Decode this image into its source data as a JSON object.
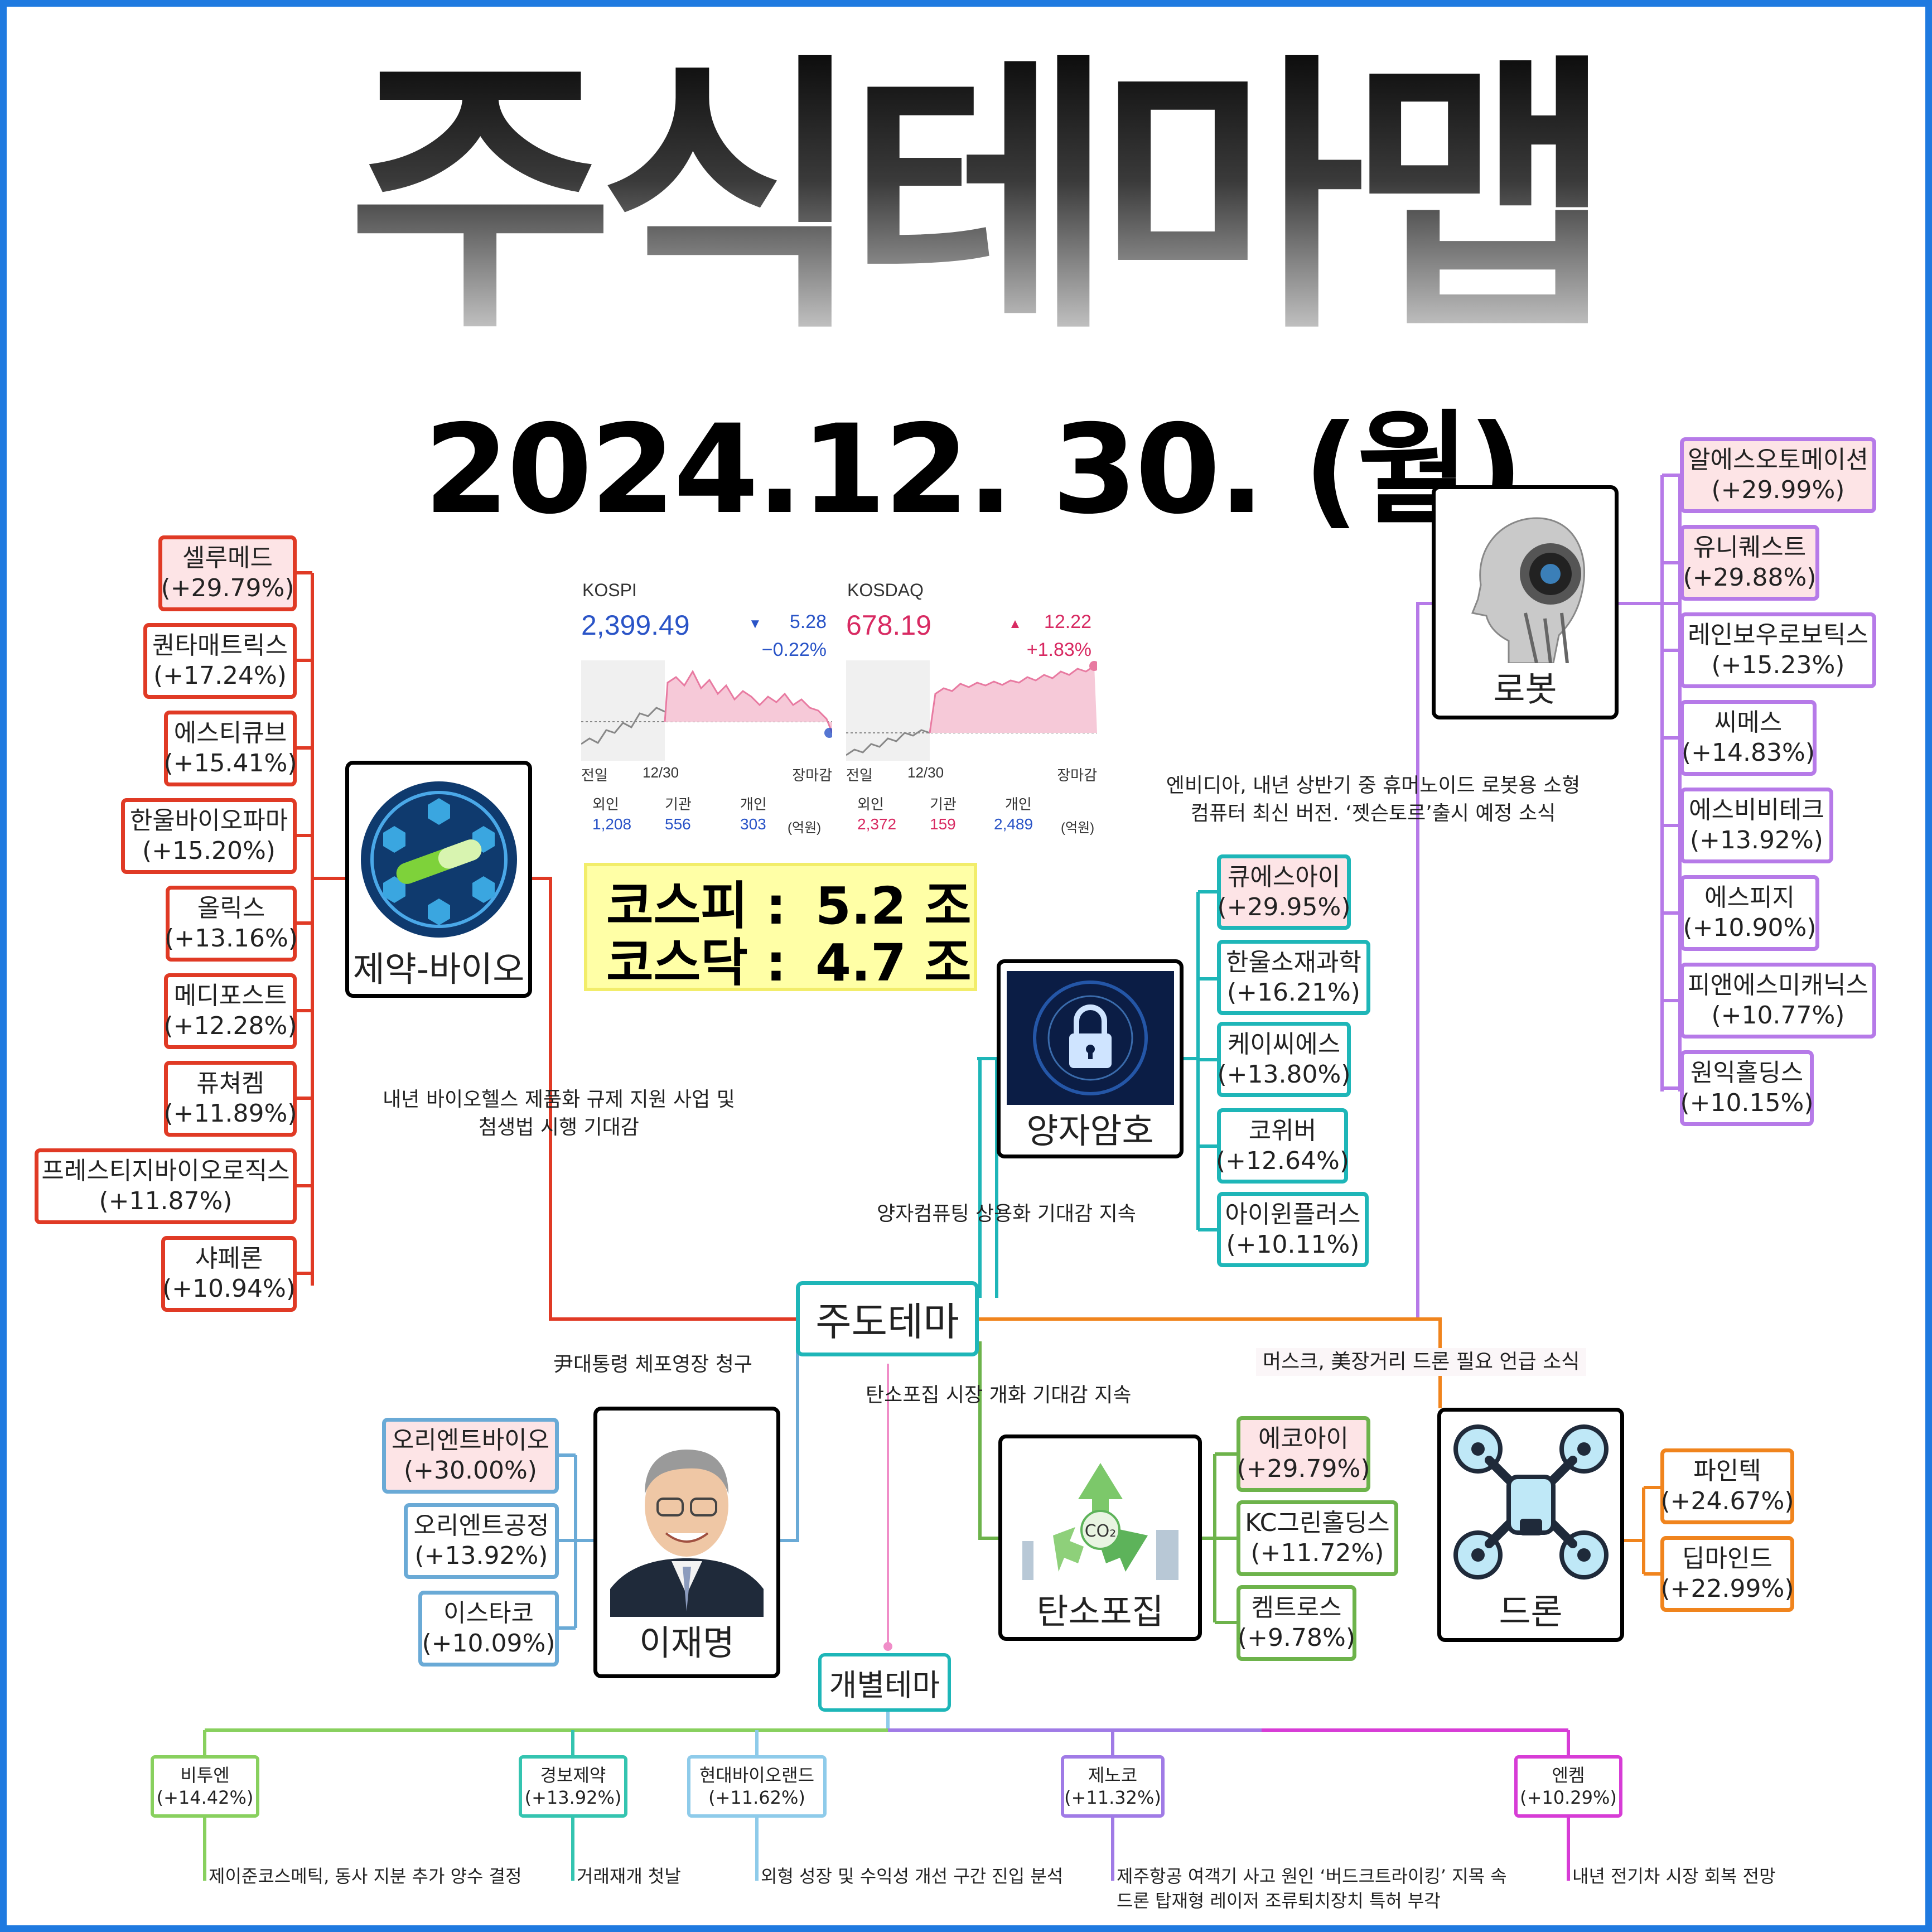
{
  "title": "주식테마맵",
  "date": "2024.12. 30. (월)",
  "market": {
    "kospi": {
      "name": "KOSPI",
      "value": "2,399.49",
      "change": "5.28",
      "change_pct": "−0.22%",
      "axis": [
        "전일",
        "12/30",
        "장마감"
      ],
      "investors": [
        "외인",
        "기관",
        "개인"
      ],
      "amounts": [
        "1,208",
        "556",
        "303"
      ],
      "unit": "(억원)"
    },
    "kosdaq": {
      "name": "KOSDAQ",
      "value": "678.19",
      "change": "12.22",
      "change_pct": "+1.83%",
      "axis": [
        "전일",
        "12/30",
        "장마감"
      ],
      "investors": [
        "외인",
        "기관",
        "개인"
      ],
      "amounts": [
        "2,372",
        "159",
        "2,489"
      ],
      "unit": "(억원)"
    }
  },
  "volume": {
    "kospi_label": "코스피 :",
    "kospi_value": "5.2 조",
    "kosdaq_label": "코스닥 :",
    "kosdaq_value": "4.7 조"
  },
  "center": {
    "main": "주도테마",
    "individual": "개별테마"
  },
  "themes": {
    "bio": {
      "label": "제약-바이오",
      "note": [
        "내년 바이오헬스 제품화 규제 지원 사업 및",
        "첨생법 시행 기대감"
      ],
      "stocks": [
        {
          "name": "셀루메드",
          "pct": "(+29.79%)"
        },
        {
          "name": "퀀타매트릭스",
          "pct": "(+17.24%)"
        },
        {
          "name": "에스티큐브",
          "pct": "(+15.41%)"
        },
        {
          "name": "한울바이오파마",
          "pct": "(+15.20%)"
        },
        {
          "name": "올릭스",
          "pct": "(+13.16%)"
        },
        {
          "name": "메디포스트",
          "pct": "(+12.28%)"
        },
        {
          "name": "퓨쳐켐",
          "pct": "(+11.89%)"
        },
        {
          "name": "프레스티지바이오로직스",
          "pct": "(+11.87%)"
        },
        {
          "name": "샤페론",
          "pct": "(+10.94%)"
        }
      ]
    },
    "robot": {
      "label": "로봇",
      "note": [
        "엔비디아, 내년 상반기 중 휴머노이드 로봇용 소형",
        "컴퓨터 최신 버전. ‘젯슨토르’출시 예정 소식"
      ],
      "stocks": [
        {
          "name": "알에스오토메이션",
          "pct": "(+29.99%)"
        },
        {
          "name": "유니퀘스트",
          "pct": "(+29.88%)"
        },
        {
          "name": "레인보우로보틱스",
          "pct": "(+15.23%)"
        },
        {
          "name": "씨메스",
          "pct": "(+14.83%)"
        },
        {
          "name": "에스비비테크",
          "pct": "(+13.92%)"
        },
        {
          "name": "에스피지",
          "pct": "(+10.90%)"
        },
        {
          "name": "피앤에스미캐닉스",
          "pct": "(+10.77%)"
        },
        {
          "name": "원익홀딩스",
          "pct": "(+10.15%)"
        }
      ]
    },
    "quantum": {
      "label": "양자암호",
      "note": "양자컴퓨팅 상용화 기대감 지속",
      "stocks": [
        {
          "name": "큐에스아이",
          "pct": "(+29.95%)"
        },
        {
          "name": "한울소재과학",
          "pct": "(+16.21%)"
        },
        {
          "name": "케이씨에스",
          "pct": "(+13.80%)"
        },
        {
          "name": "코위버",
          "pct": "(+12.64%)"
        },
        {
          "name": "아이윈플러스",
          "pct": "(+10.11%)"
        }
      ]
    },
    "carbon": {
      "label": "탄소포집",
      "note": "탄소포집 시장 개화 기대감 지속",
      "icon_text": "CO₂",
      "stocks": [
        {
          "name": "에코아이",
          "pct": "(+29.79%)"
        },
        {
          "name": "KC그린홀딩스",
          "pct": "(+11.72%)"
        },
        {
          "name": "켐트로스",
          "pct": "(+9.78%)"
        }
      ]
    },
    "lee": {
      "label": "이재명",
      "note": "尹대통령 체포영장 청구",
      "stocks": [
        {
          "name": "오리엔트바이오",
          "pct": "(+30.00%)"
        },
        {
          "name": "오리엔트공정",
          "pct": "(+13.92%)"
        },
        {
          "name": "이스타코",
          "pct": "(+10.09%)"
        }
      ]
    },
    "drone": {
      "label": "드론",
      "note": "머스크, 美장거리 드론 필요 언급 소식",
      "stocks": [
        {
          "name": "파인텍",
          "pct": "(+24.67%)"
        },
        {
          "name": "딥마인드",
          "pct": "(+22.99%)"
        }
      ]
    }
  },
  "individual": [
    {
      "name": "비투엔",
      "pct": "(+14.42%)",
      "note": [
        "제이준코스메틱, 동사 지분 추가 양수 결정"
      ],
      "color": "#88d05e"
    },
    {
      "name": "경보제약",
      "pct": "(+13.92%)",
      "note": [
        "거래재개 첫날"
      ],
      "color": "#34c4b0"
    },
    {
      "name": "현대바이오랜드",
      "pct": "(+11.62%)",
      "note": [
        "외형 성장 및 수익성 개선 구간 진입 분석"
      ],
      "color": "#8ecbea"
    },
    {
      "name": "제노코",
      "pct": "(+11.32%)",
      "note": [
        "제주항공 여객기 사고 원인 ‘버드크트라이킹’ 지목 속",
        "드론 탑재형 레이저 조류퇴치장치 특허 부각"
      ],
      "color": "#a07be6"
    },
    {
      "name": "엔켐",
      "pct": "(+10.29%)",
      "note": [
        "내년 전기차 시장 회복 전망"
      ],
      "color": "#d73cd6"
    }
  ],
  "colors": {
    "frame": "#1f7ae0",
    "bio": "#e03a25",
    "robot": "#b67ae8",
    "quantum": "#1eb6b8",
    "carbon": "#6db34b",
    "lee": "#6aaad6",
    "drone": "#f0841d",
    "highlight": "#fde4e6",
    "volume_bg": "#ffffa6"
  }
}
